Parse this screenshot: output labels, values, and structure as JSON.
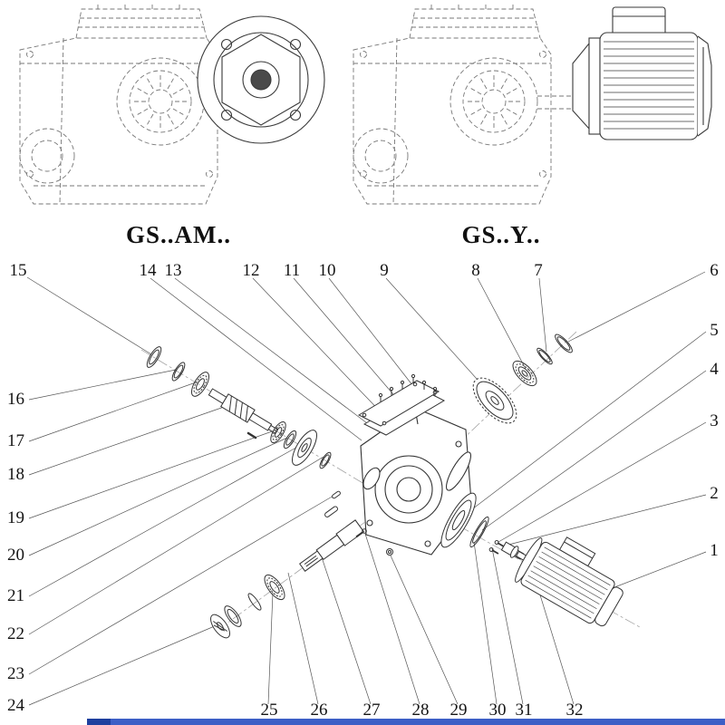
{
  "labels": {
    "variant_am": "GS..AM..",
    "variant_y": "GS..Y.."
  },
  "callouts": [
    {
      "num": "1"
    },
    {
      "num": "2"
    },
    {
      "num": "3"
    },
    {
      "num": "4"
    },
    {
      "num": "5"
    },
    {
      "num": "6"
    },
    {
      "num": "7"
    },
    {
      "num": "8"
    },
    {
      "num": "9"
    },
    {
      "num": "10"
    },
    {
      "num": "11"
    },
    {
      "num": "12"
    },
    {
      "num": "13"
    },
    {
      "num": "14"
    },
    {
      "num": "15"
    },
    {
      "num": "16"
    },
    {
      "num": "17"
    },
    {
      "num": "18"
    },
    {
      "num": "19"
    },
    {
      "num": "20"
    },
    {
      "num": "21"
    },
    {
      "num": "22"
    },
    {
      "num": "23"
    },
    {
      "num": "24"
    },
    {
      "num": "25"
    },
    {
      "num": "26"
    },
    {
      "num": "27"
    },
    {
      "num": "28"
    },
    {
      "num": "29"
    },
    {
      "num": "30"
    },
    {
      "num": "31"
    },
    {
      "num": "32"
    }
  ],
  "colors": {
    "footer_bar": "#3c5fc6",
    "footer_accent": "#1e3f9e"
  }
}
